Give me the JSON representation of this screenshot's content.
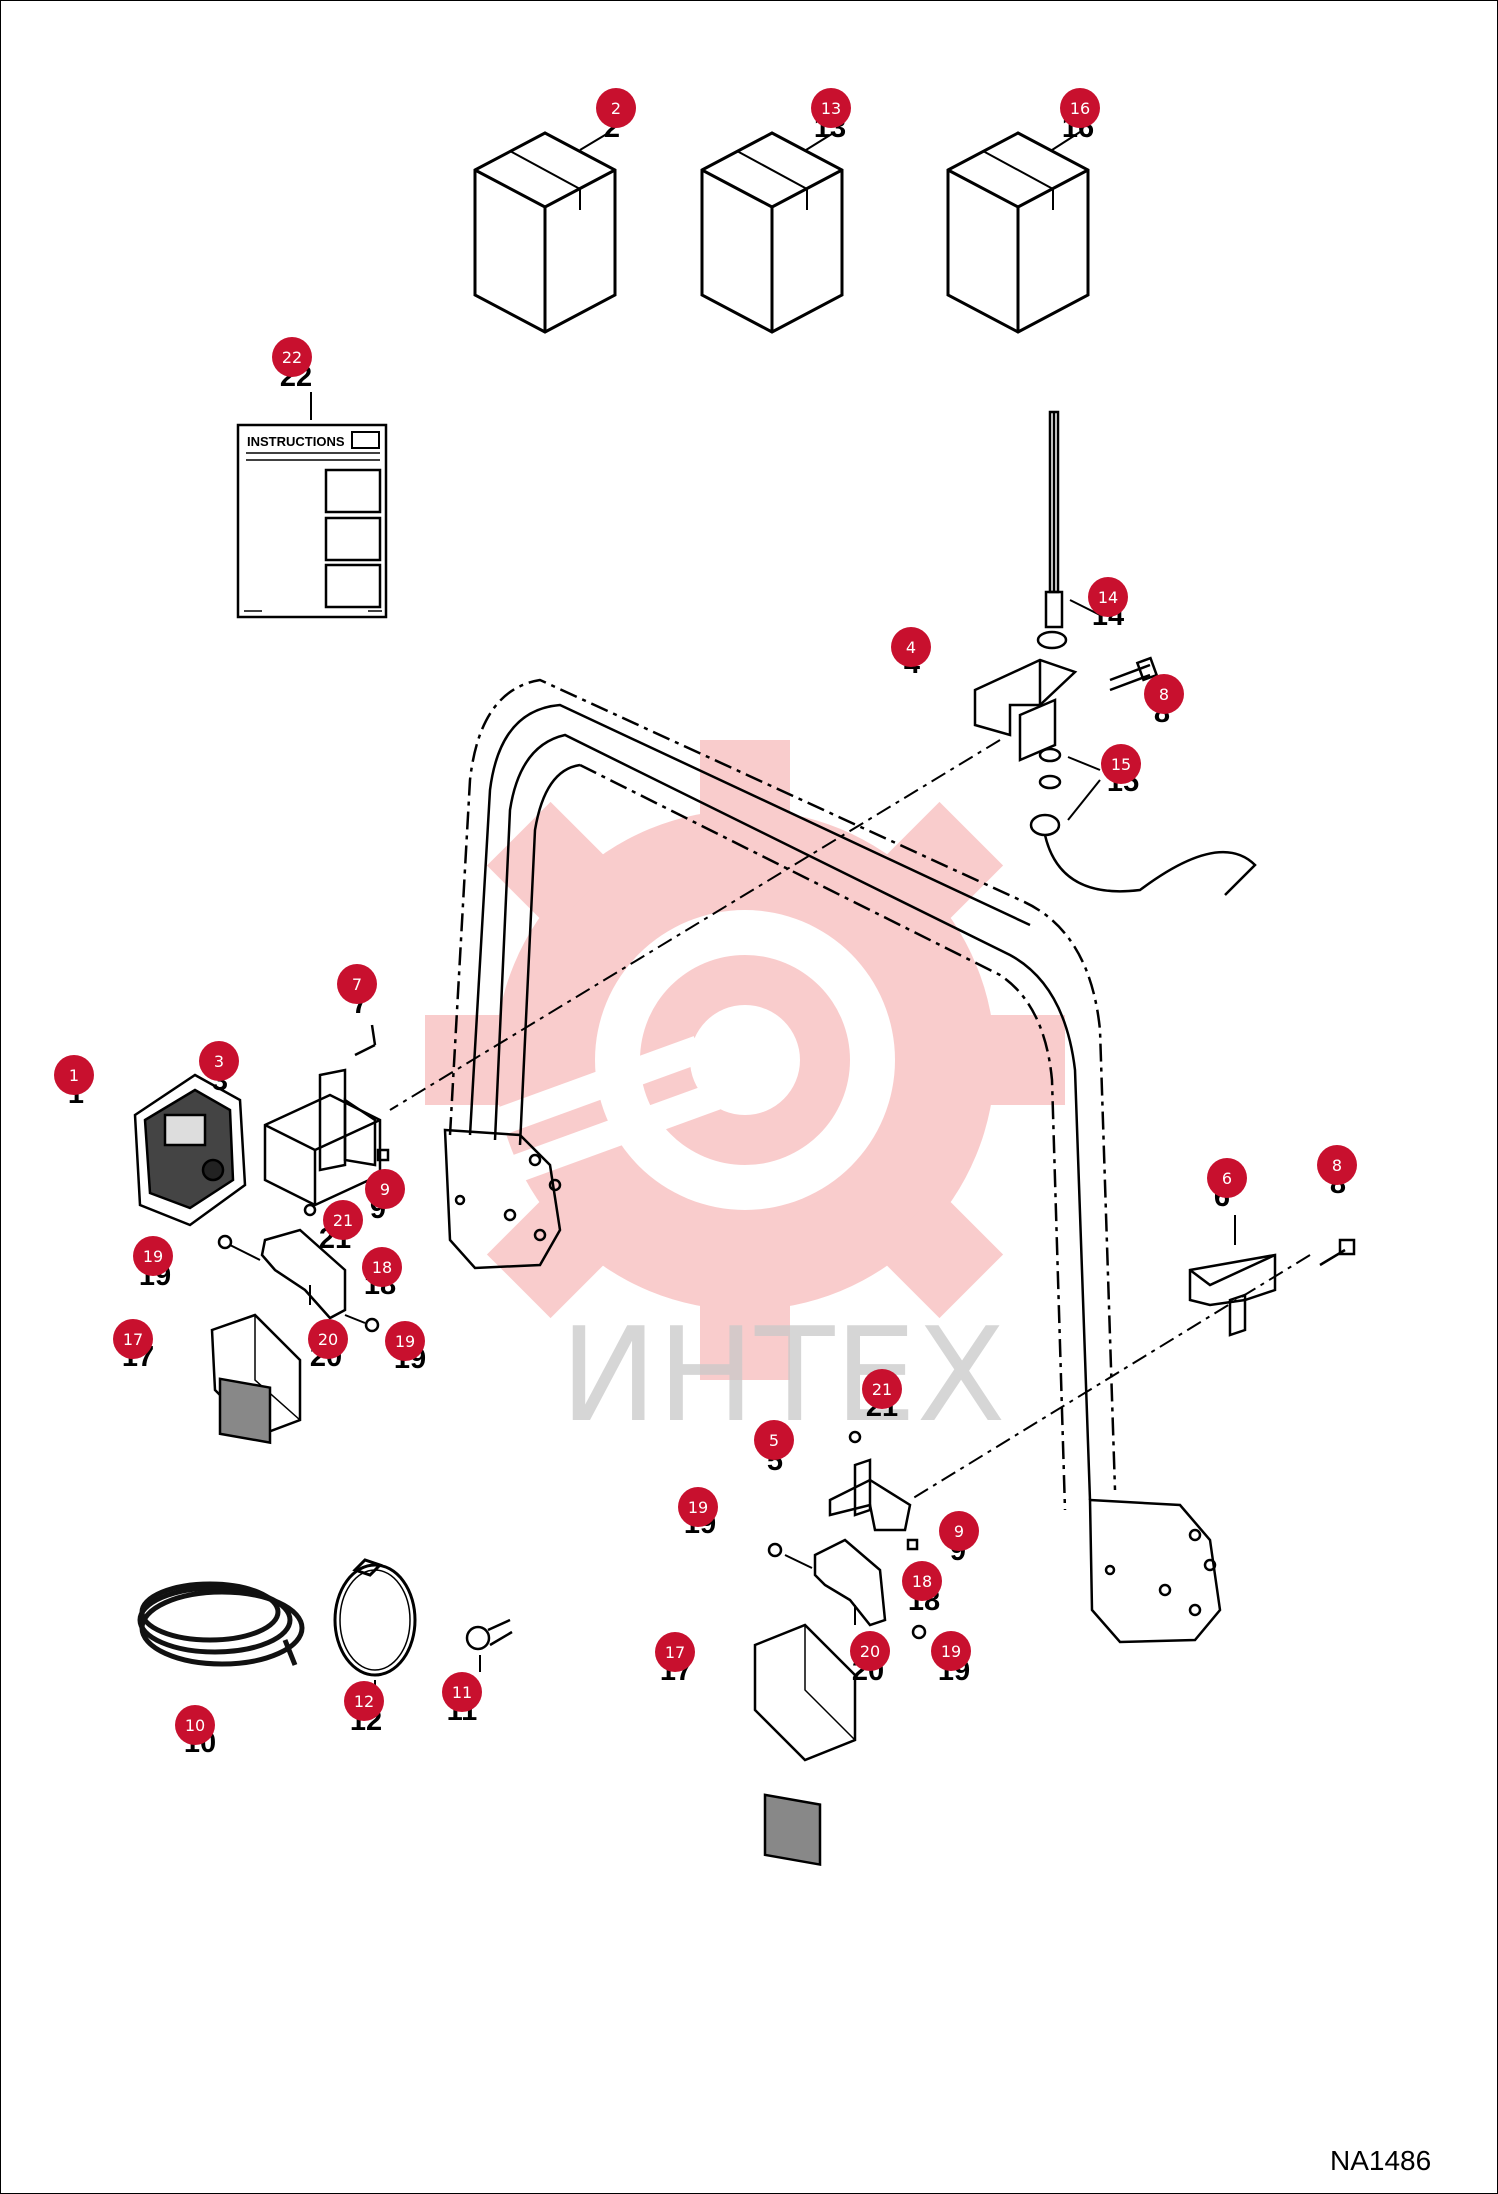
{
  "watermark": {
    "text": "ИНТЕХ",
    "gear_color": "#f5a3a3",
    "text_color": "#c9c9c9"
  },
  "reference_code": "NA1486",
  "instructions_title": "INSTRUCTIONS",
  "badge_color": "#c8102e",
  "callouts": [
    {
      "id": "c2",
      "label": "2"
    },
    {
      "id": "c13",
      "label": "13"
    },
    {
      "id": "c16",
      "label": "16"
    },
    {
      "id": "c22",
      "label": "22"
    },
    {
      "id": "c14",
      "label": "14"
    },
    {
      "id": "c4",
      "label": "4"
    },
    {
      "id": "c8a",
      "label": "8"
    },
    {
      "id": "c15",
      "label": "15"
    },
    {
      "id": "c7",
      "label": "7"
    },
    {
      "id": "c3",
      "label": "3"
    },
    {
      "id": "c1",
      "label": "1"
    },
    {
      "id": "c9a",
      "label": "9"
    },
    {
      "id": "c21a",
      "label": "21"
    },
    {
      "id": "c19a",
      "label": "19"
    },
    {
      "id": "c18a",
      "label": "18"
    },
    {
      "id": "c17a",
      "label": "17"
    },
    {
      "id": "c20a",
      "label": "20"
    },
    {
      "id": "c19b",
      "label": "19"
    },
    {
      "id": "c6",
      "label": "6"
    },
    {
      "id": "c8b",
      "label": "8"
    },
    {
      "id": "c21b",
      "label": "21"
    },
    {
      "id": "c5",
      "label": "5"
    },
    {
      "id": "c19c",
      "label": "19"
    },
    {
      "id": "c9b",
      "label": "9"
    },
    {
      "id": "c18b",
      "label": "18"
    },
    {
      "id": "c17b",
      "label": "17"
    },
    {
      "id": "c20b",
      "label": "20"
    },
    {
      "id": "c19d",
      "label": "19"
    },
    {
      "id": "c10",
      "label": "10"
    },
    {
      "id": "c12",
      "label": "12"
    },
    {
      "id": "c11",
      "label": "11"
    }
  ]
}
